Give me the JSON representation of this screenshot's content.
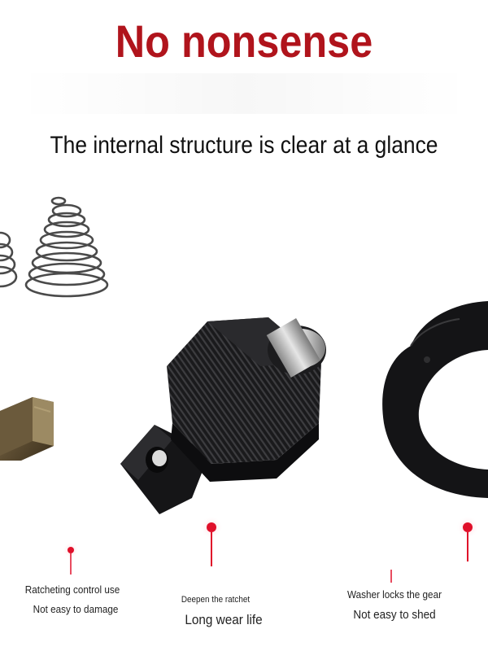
{
  "headline": "No nonsense",
  "subheadline": "The internal structure is clear at a glance",
  "callouts": [
    {
      "title": "Ratcheting control use",
      "subtitle": "Not easy to damage"
    },
    {
      "title": "Deepen the ratchet",
      "subtitle": "Long wear life"
    },
    {
      "title": "Washer locks the gear",
      "subtitle": "Not easy to shed"
    }
  ],
  "colors": {
    "headline": "#b0141c",
    "marker": "#e0102a",
    "text": "#111111"
  },
  "icons": [
    "spring-image",
    "pawl-image",
    "ratchet-gear-image",
    "washer-image",
    "marker-dot-icon"
  ]
}
